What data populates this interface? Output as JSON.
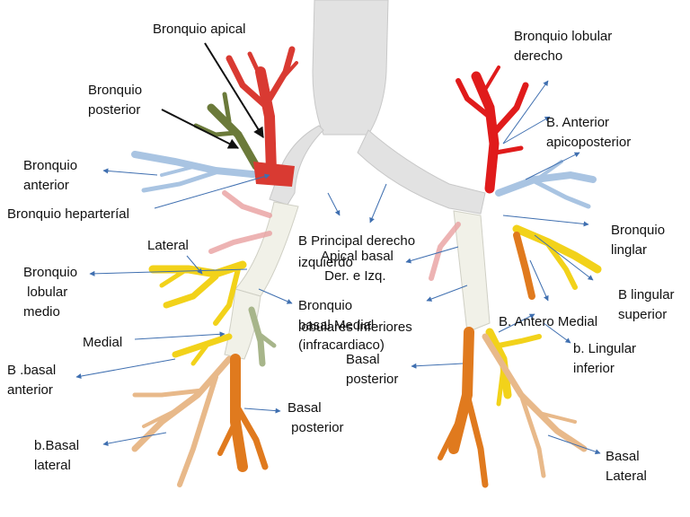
{
  "labels": {
    "bronquio_apical": "Bronquio apical",
    "bronquio_posterior": "Bronquio\nposterior",
    "bronquio_anterior": "Bronquio\nanterior",
    "bronquio_heparterial": "Bronquio heparteríal",
    "lateral": "Lateral",
    "bronquio_lobular_medio": "Bronquio\n lobular\nmedio",
    "medial": "Medial",
    "b_basal_anterior": "B .basal\nanterior",
    "b_basal_lateral": "b.Basal\nlateral",
    "basal_posterior_left": "Basal\n posterior",
    "b_principal_derecho": "B Principal derecho",
    "izquierdo": "izquierdo",
    "apical_basal": "Apical basal\n Der. e Izq.",
    "bronquio_basal_medial": "Bronquio\nbasal Medial\n(infracardiaco)",
    "lobulares_inferiores": "lobulares inferiores",
    "basal_posterior_center": "Basal\nposterior",
    "bronquio_lobular_derecho": "Bronquio lobular\nderecho",
    "b_anterior_apicoposterior": "B. Anterior\napicoposterior",
    "bronquio_linglar": "Bronquio\nlinglar",
    "b_lingular_superior": "B lingular\nsuperior",
    "b_antero_medial": "B. Antero Medial",
    "b_lingular_inferior": "b. Lingular\ninferior",
    "basal_lateral_right": "Basal\nLateral"
  },
  "colors": {
    "trachea": "#e2e2e2",
    "cartilage": "#f1f1e8",
    "apical": "#d93a32",
    "posterior": "#6b7a3a",
    "anterior": "#a9c4e2",
    "lobular_izquierdo": "#e01b1b",
    "middle_lobe": "#f2d21a",
    "basal_orange": "#e07a1e",
    "basal_tan": "#e8b98a",
    "basal_pink": "#e9a0a0",
    "basal_green": "#a7b58a",
    "arrow_blue": "#3f6fb0",
    "arrow_black": "#111111"
  }
}
